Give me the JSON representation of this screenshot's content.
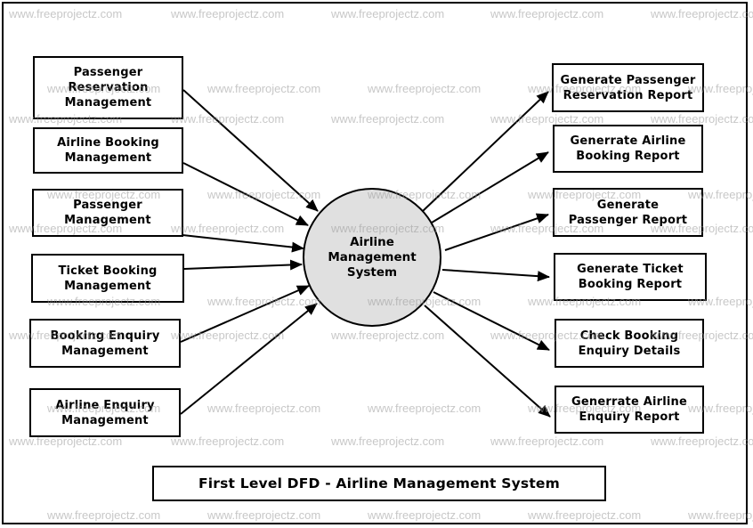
{
  "watermark": {
    "text": "www.freeprojectz.com"
  },
  "sources": [
    {
      "label": "Passenger\nReservation\nManagement"
    },
    {
      "label": "Airline Booking\nManagement"
    },
    {
      "label": "Passenger\nManagement"
    },
    {
      "label": "Ticket Booking\nManagement"
    },
    {
      "label": "Booking Enquiry\nManagement"
    },
    {
      "label": "Airline Enquiry\nManagement"
    }
  ],
  "process": {
    "label": "Airline\nManagement\nSystem"
  },
  "reports": [
    {
      "label": "Generate Passenger\nReservation Report"
    },
    {
      "label": "Generrate Airline\nBooking Report"
    },
    {
      "label": "Generate\nPassenger Report"
    },
    {
      "label": "Generate Ticket\nBooking Report"
    },
    {
      "label": "Check Booking\nEnquiry Details"
    },
    {
      "label": "Generrate Airline\nEnquiry Report"
    }
  ],
  "caption": {
    "label": "First Level DFD - Airline Management System"
  },
  "colors": {
    "process_fill": "#e0e0e0",
    "stroke": "#000000",
    "watermark": "#9a9a9a",
    "background": "#ffffff"
  }
}
